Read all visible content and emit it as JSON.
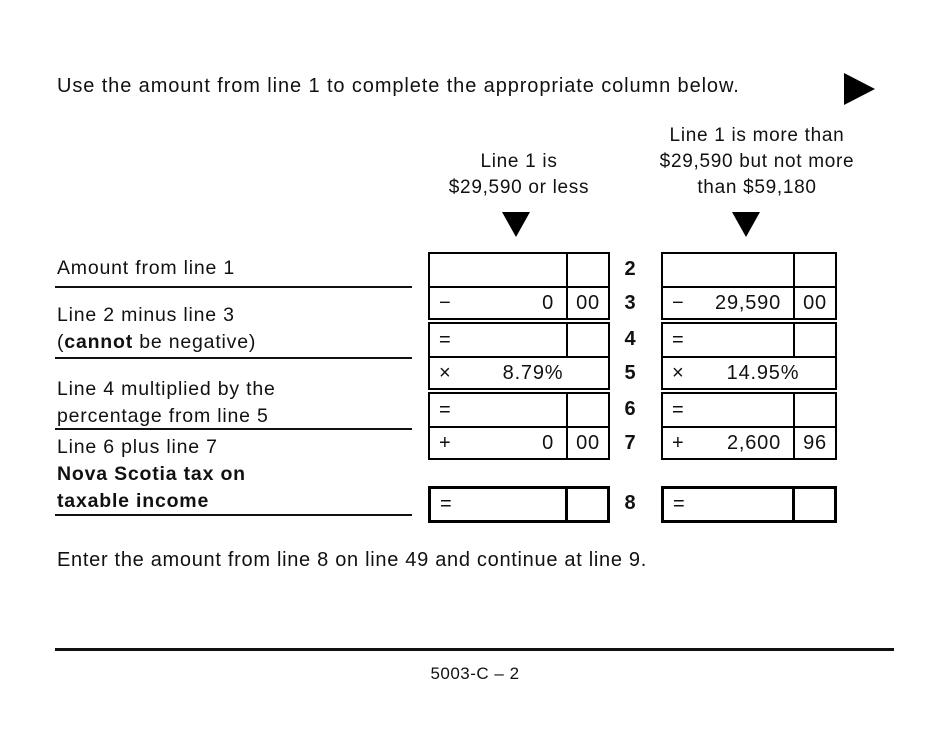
{
  "colors": {
    "ink": "#111111",
    "paper": "#ffffff"
  },
  "page": {
    "intro": "Use the amount from line 1 to complete the appropriate column below.",
    "bottom_note": "Enter the amount from line 8 on line 49 and continue at line 9.",
    "page_number": "5003-C – 2"
  },
  "headers": {
    "col1": [
      "Line 1 is",
      "$29,590 or less"
    ],
    "col2": [
      "Line 1 is more than",
      "$29,590 but not more",
      "than $59,180"
    ]
  },
  "labels": {
    "row2": "Amount from line 1",
    "row34_line1": "Line 2 minus line 3",
    "row34_open": "(",
    "row34_bold": "cannot",
    "row34_rest": " be negative)",
    "row56_line1": "Line 4 multiplied by the",
    "row56_line2": "percentage from line 5",
    "row78_line1": "Line 6 plus line 7",
    "row8_bold1": "Nova Scotia tax on",
    "row8_bold2": "taxable income"
  },
  "table": {
    "line_numbers": [
      "2",
      "3",
      "4",
      "5",
      "6",
      "7",
      "8"
    ],
    "col1": {
      "row3": {
        "sign": "−",
        "amount": "0",
        "cents": "00"
      },
      "row4": {
        "sign": "="
      },
      "row5": {
        "sign": "×",
        "percent": "8.79%"
      },
      "row6": {
        "sign": "="
      },
      "row7": {
        "sign": "+",
        "amount": "0",
        "cents": "00"
      },
      "row8": {
        "sign": "="
      }
    },
    "col2": {
      "row3": {
        "sign": "−",
        "amount": "29,590",
        "cents": "00"
      },
      "row4": {
        "sign": "="
      },
      "row5": {
        "sign": "×",
        "percent": "14.95%"
      },
      "row6": {
        "sign": "="
      },
      "row7": {
        "sign": "+",
        "amount": "2,600",
        "cents": "96"
      },
      "row8": {
        "sign": "="
      }
    }
  }
}
